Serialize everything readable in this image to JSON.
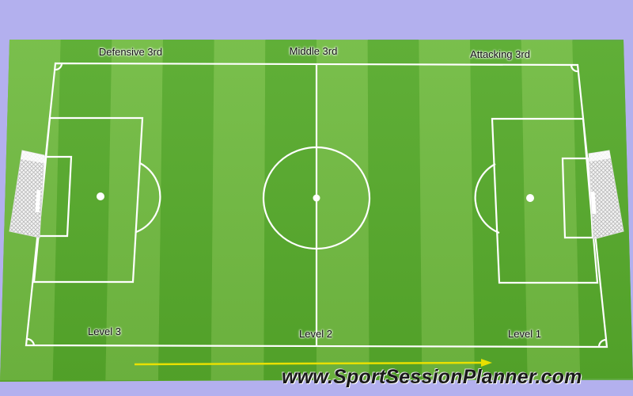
{
  "zones": {
    "defensive": "Defensive 3rd",
    "middle": "Middle 3rd",
    "attacking": "Attacking 3rd"
  },
  "levels": {
    "left": "Level 3",
    "center": "Level 2",
    "right": "Level 1"
  },
  "watermark": "www.SportSessionPlanner.com",
  "colors": {
    "background": "#b3b0ee",
    "grass_dark": "#55a92a",
    "grass_light": "#74bd44",
    "lines": "#ffffff",
    "arrow": "#e8e000"
  },
  "icons": [
    "goal-net-left-icon",
    "goal-net-right-icon",
    "direction-arrow-icon"
  ]
}
